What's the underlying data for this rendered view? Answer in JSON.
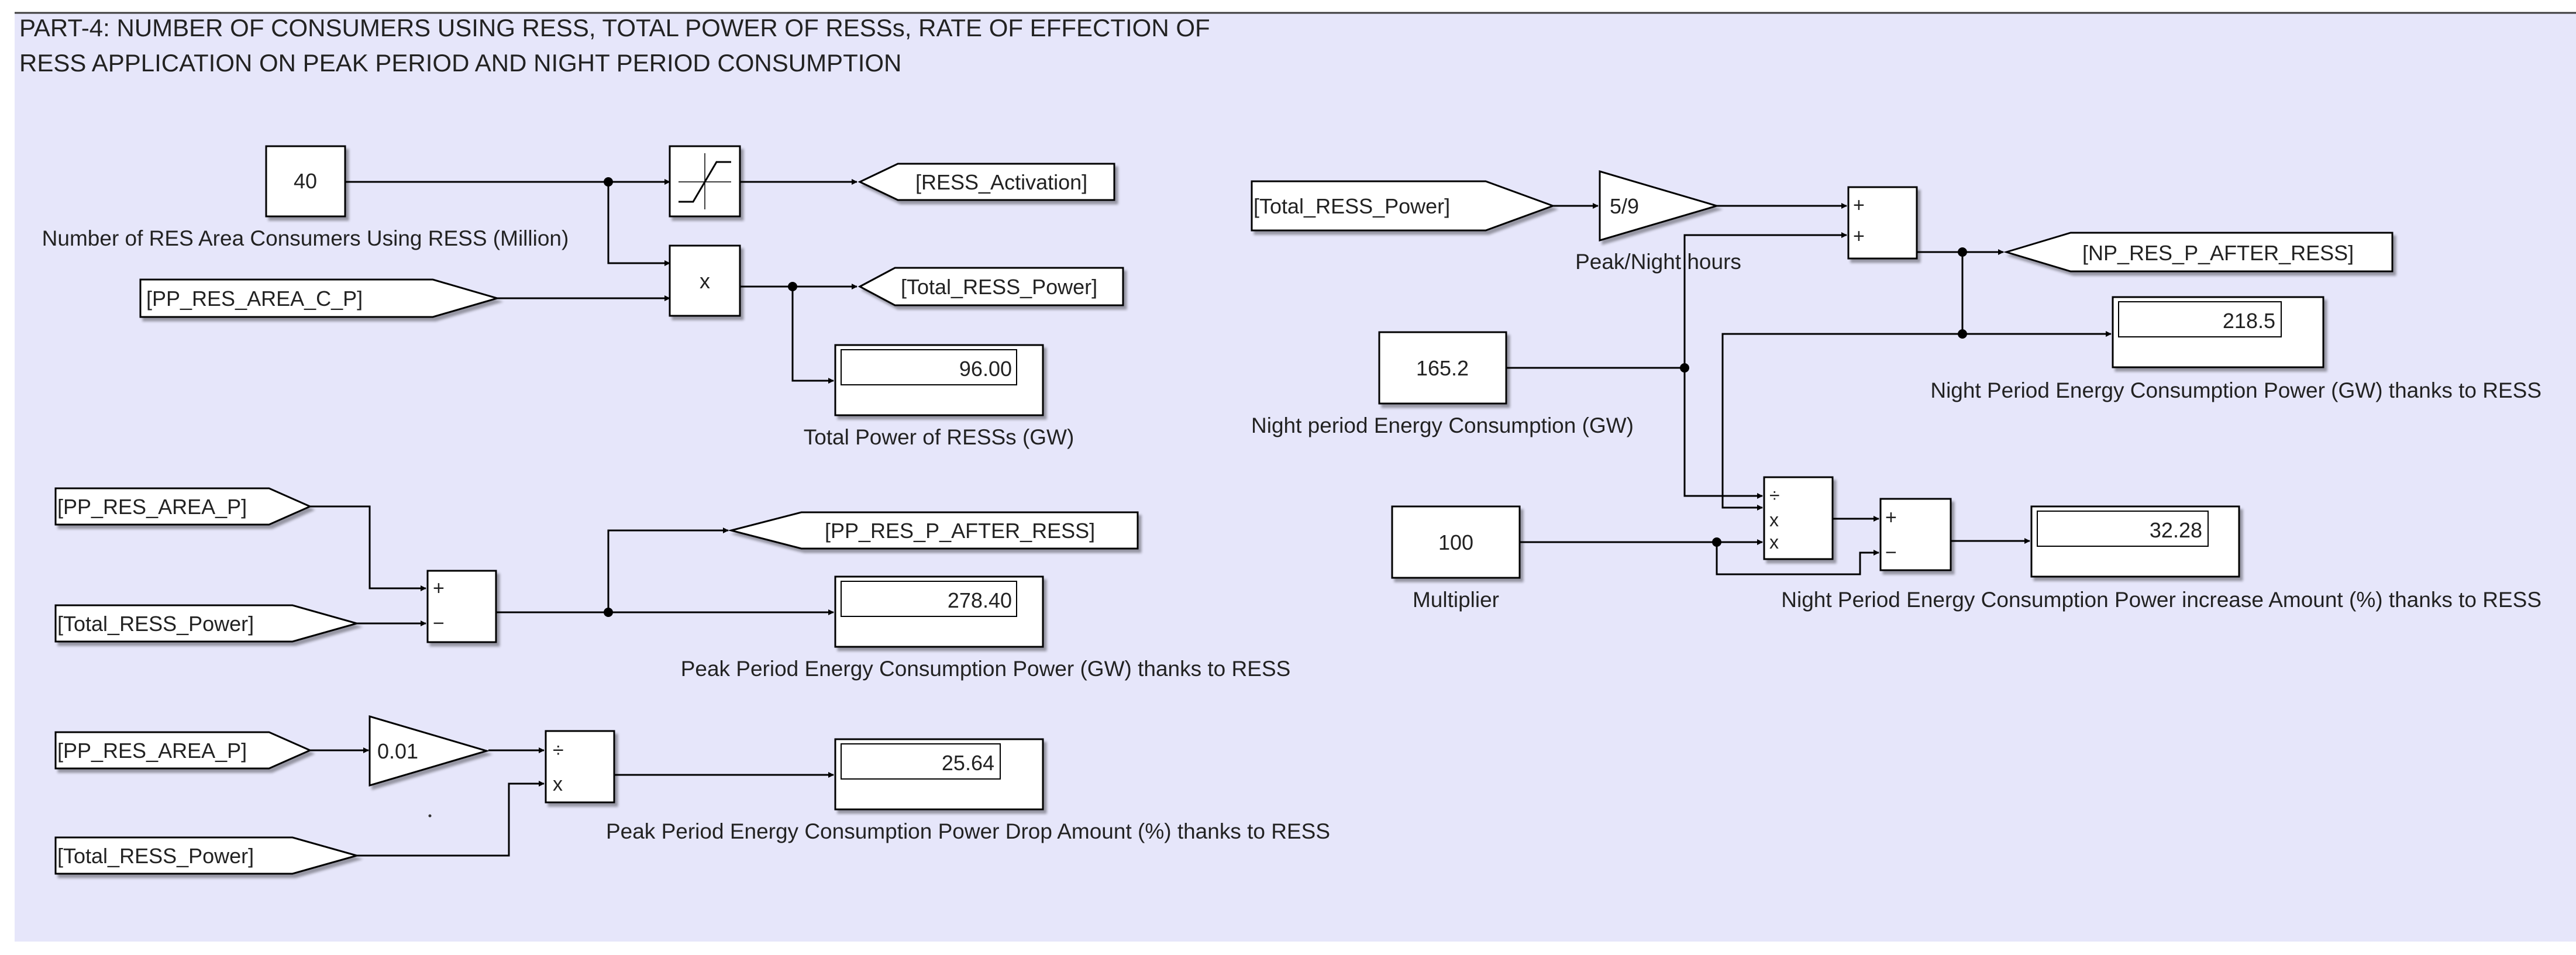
{
  "panel": {
    "title_line1": "PART-4: NUMBER OF CONSUMERS USING RESS, TOTAL POWER OF RESSs, RATE OF EFFECTION OF",
    "title_line2": "RESS APPLICATION ON PEAK PERIOD AND NIGHT PERIOD CONSUMPTION",
    "background_color": "#e6e6fa",
    "border_color": "#3c3c3c"
  },
  "blocks": {
    "consumers_constant": {
      "value": "40",
      "label": "Number of RES Area Consumers Using RESS (Million)"
    },
    "saturation_icon": "saturation-icon",
    "ress_activation_goto": {
      "label": "[RESS_Activation]"
    },
    "pp_res_area_c_p_from": {
      "label": "[PP_RES_AREA_C_P]"
    },
    "product1": {
      "symbol": "x"
    },
    "total_ress_power_goto": {
      "label": "[Total_RESS_Power]"
    },
    "total_power_display": {
      "value": "96.00",
      "label": "Total Power of RESSs (GW)"
    },
    "pp_res_area_p_from1": {
      "label": "[PP_RES_AREA_P]"
    },
    "total_ress_power_from1": {
      "label": "[Total_RESS_Power]"
    },
    "sum1": {
      "port_plus": "+",
      "port_minus": "−"
    },
    "pp_res_p_after_ress_goto": {
      "label": "[PP_RES_P_AFTER_RESS]"
    },
    "peak_power_display": {
      "value": "278.40",
      "label": "Peak Period Energy Consumption Power (GW) thanks to RESS"
    },
    "pp_res_area_p_from2": {
      "label": "[PP_RES_AREA_P]"
    },
    "gain_001": {
      "value": "0.01"
    },
    "divide1": {
      "port_div": "÷",
      "port_mul": "x"
    },
    "total_ress_power_from2": {
      "label": "[Total_RESS_Power]"
    },
    "peak_drop_display": {
      "value": "25.64",
      "label": "Peak Period Energy Consumption Power Drop Amount (%) thanks to RESS"
    },
    "total_ress_power_from3": {
      "label": "[Total_RESS_Power]"
    },
    "gain_peak_night": {
      "value": "5/9",
      "label": "Peak/Night hours"
    },
    "sum2": {
      "port_plus1": "+",
      "port_plus2": "+"
    },
    "np_res_p_after_ress_goto": {
      "label": "[NP_RES_P_AFTER_RESS]"
    },
    "night_power_display": {
      "value": "218.5",
      "label": "Night Period Energy Consumption Power (GW) thanks to RESS"
    },
    "night_consumption_constant": {
      "value": "165.2",
      "label": "Night period Energy Consumption (GW)"
    },
    "multiplier_constant": {
      "value": "100",
      "label": "Multiplier"
    },
    "divide2": {
      "port_div": "÷",
      "port_mul1": "x",
      "port_mul2": "x"
    },
    "sum3": {
      "port_plus": "+",
      "port_minus": "−"
    },
    "night_increase_display": {
      "value": "32.28",
      "label": "Night Period Energy Consumption Power increase Amount (%) thanks to RESS"
    }
  }
}
